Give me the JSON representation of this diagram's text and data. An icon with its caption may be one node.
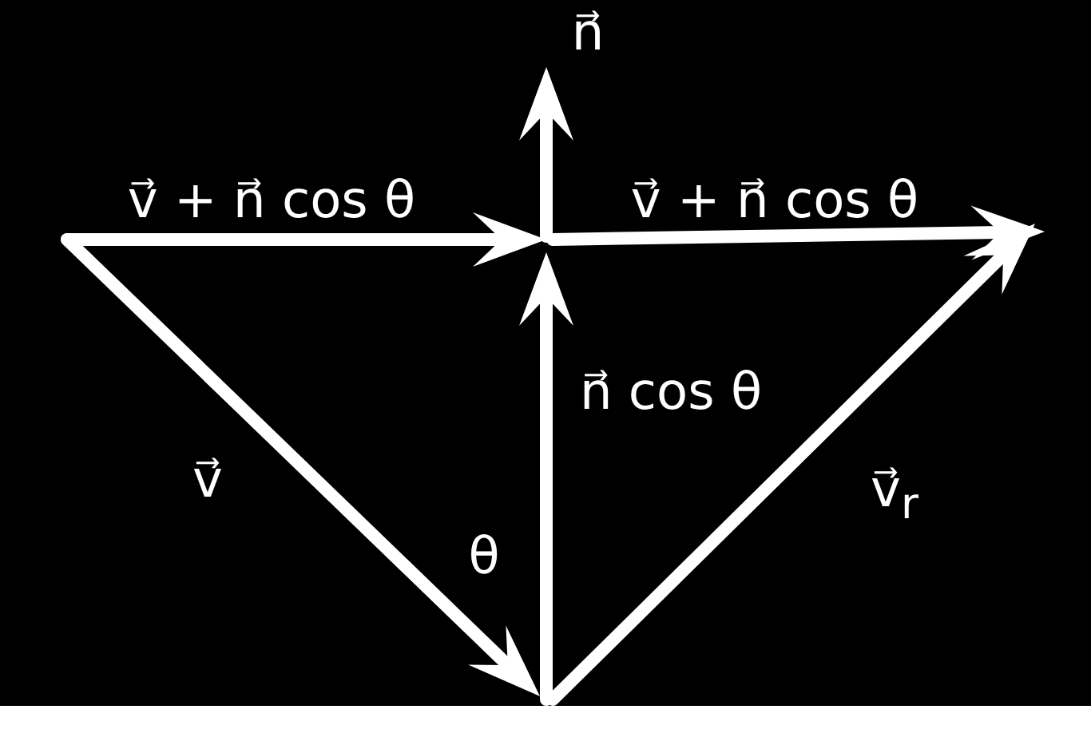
{
  "diagram": {
    "labels": [
      "n⃗",
      "v⃗ + n⃗ cos θ",
      "v⃗ + n⃗ cos θ",
      "n⃗ cos θ",
      "v⃗",
      "θ",
      "v⃗$_{r}$"
    ]
  }
}
